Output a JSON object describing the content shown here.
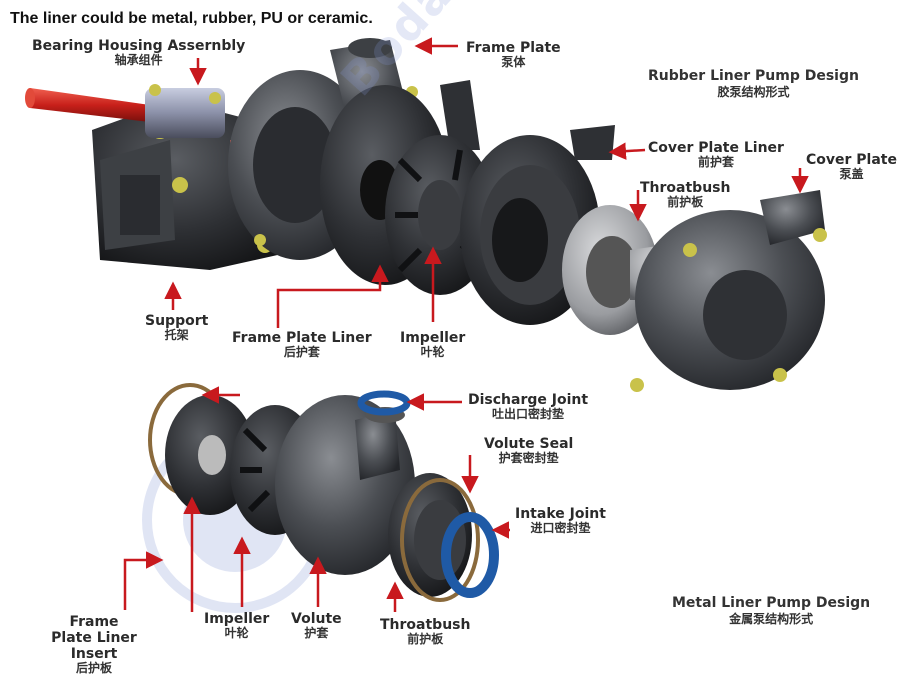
{
  "heading": "The liner could be metal, rubber, PU or ceramic.",
  "watermark_text": "Boda Industrial Pump",
  "colors": {
    "arrow": "#c8191e",
    "metal_dark": "#3a3c40",
    "metal_mid": "#55585c",
    "shaft": "#d02a22",
    "seal_blue": "#1f5aa6",
    "ring_brown": "#8a6a3c"
  },
  "sections": {
    "rubber": {
      "en": "Rubber Liner Pump Design",
      "zh": "胶泵结构形式"
    },
    "metal": {
      "en": "Metal Liner Pump Design",
      "zh": "金属泵结构形式"
    }
  },
  "labels": {
    "bearing_housing": {
      "en": "Bearing Housing Assernbly",
      "zh": "轴承组件"
    },
    "frame_plate": {
      "en": "Frame Plate",
      "zh": "泵体"
    },
    "cover_plate_liner": {
      "en": "Cover Plate Liner",
      "zh": "前护套"
    },
    "throatbush_top": {
      "en": "Throatbush",
      "zh": "前护板"
    },
    "cover_plate": {
      "en": "Cover Plate",
      "zh": "泵盖"
    },
    "support": {
      "en": "Support",
      "zh": "托架"
    },
    "frame_plate_liner": {
      "en": "Frame Plate Liner",
      "zh": "后护套"
    },
    "impeller_top": {
      "en": "Impeller",
      "zh": "叶轮"
    },
    "discharge_joint": {
      "en": "Discharge Joint",
      "zh": "吐出口密封垫"
    },
    "volute_seal": {
      "en": "Volute Seal",
      "zh": "护套密封垫"
    },
    "intake_joint": {
      "en": "Intake Joint",
      "zh": "进口密封垫"
    },
    "frame_plate_liner_insert": {
      "en": "Frame Plate Liner Insert",
      "zh": "后护板"
    },
    "impeller_bottom": {
      "en": "Impeller",
      "zh": "叶轮"
    },
    "volute": {
      "en": "Volute",
      "zh": "护套"
    },
    "throatbush_bottom": {
      "en": "Throatbush",
      "zh": "前护板"
    }
  }
}
